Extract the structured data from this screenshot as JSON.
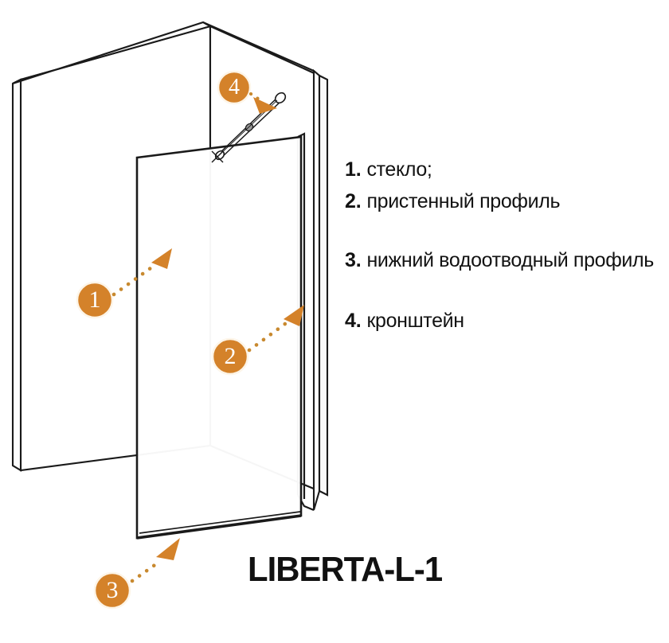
{
  "meta": {
    "background_color": "#ffffff",
    "line_color": "#1a1a1a",
    "accent_color": "#d4822a",
    "accent_dark": "#c2761f",
    "text_color": "#121212"
  },
  "product": {
    "title": "LIBERTA-L-1"
  },
  "legend": {
    "items": [
      {
        "number": "1.",
        "text": "стекло;"
      },
      {
        "number": "2.",
        "text": "пристенный профиль"
      },
      {
        "number": "3.",
        "text": "нижний водоотводный профиль"
      },
      {
        "number": "4.",
        "text": "кронштейн"
      }
    ]
  },
  "callouts": [
    {
      "id": "callout-1",
      "label": "1",
      "target": "glass-panel"
    },
    {
      "id": "callout-2",
      "label": "2",
      "target": "wall-profile"
    },
    {
      "id": "callout-3",
      "label": "3",
      "target": "bottom-drain-profile"
    },
    {
      "id": "callout-4",
      "label": "4",
      "target": "bracket"
    }
  ],
  "diagram": {
    "parts": [
      {
        "name": "back-wall-panel"
      },
      {
        "name": "glass-panel"
      },
      {
        "name": "wall-profile"
      },
      {
        "name": "bottom-drain-profile"
      },
      {
        "name": "support-bracket-rod"
      }
    ]
  }
}
